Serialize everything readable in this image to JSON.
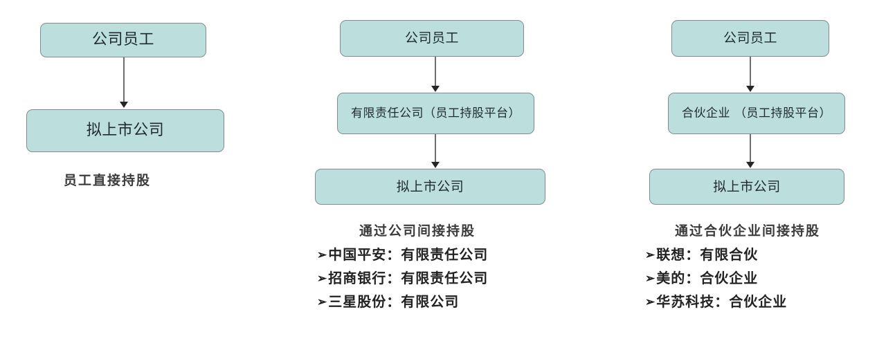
{
  "diagram": {
    "title_hidden": "",
    "colors": {
      "node_fill": "#bcdedd",
      "node_border": "#7e8e8e",
      "arrow": "#6f6f6f",
      "text": "#1f2a30"
    },
    "columns": [
      {
        "id": "direct",
        "nodes": [
          {
            "name": "employees",
            "label": "公司员工"
          },
          {
            "name": "target-company",
            "label": "拟上市公司"
          }
        ],
        "caption": "员工直接持股",
        "bullets": []
      },
      {
        "id": "via-company",
        "nodes": [
          {
            "name": "employees",
            "label": "公司员工"
          },
          {
            "name": "holding-platform",
            "label": "有限责任公司（员工持股平台）"
          },
          {
            "name": "target-company",
            "label": "拟上市公司"
          }
        ],
        "caption": "通过公司间接持股",
        "bullets": [
          {
            "marker": "➢",
            "text": "中国平安：有限责任公司"
          },
          {
            "marker": "➢",
            "text": "招商银行：有限责任公司"
          },
          {
            "marker": "➢",
            "text": "三星股份：有限公司"
          }
        ]
      },
      {
        "id": "via-partnership",
        "nodes": [
          {
            "name": "employees",
            "label": "公司员工"
          },
          {
            "name": "holding-platform",
            "label": "合伙企业 （员工持股平台）"
          },
          {
            "name": "target-company",
            "label": "拟上市公司"
          }
        ],
        "caption": "通过合伙企业间接持股",
        "bullets": [
          {
            "marker": "➢",
            "text": "联想：有限合伙"
          },
          {
            "marker": "➢",
            "text": "美的：合伙企业"
          },
          {
            "marker": "➢",
            "text": "华苏科技：合伙企业"
          }
        ]
      }
    ]
  }
}
